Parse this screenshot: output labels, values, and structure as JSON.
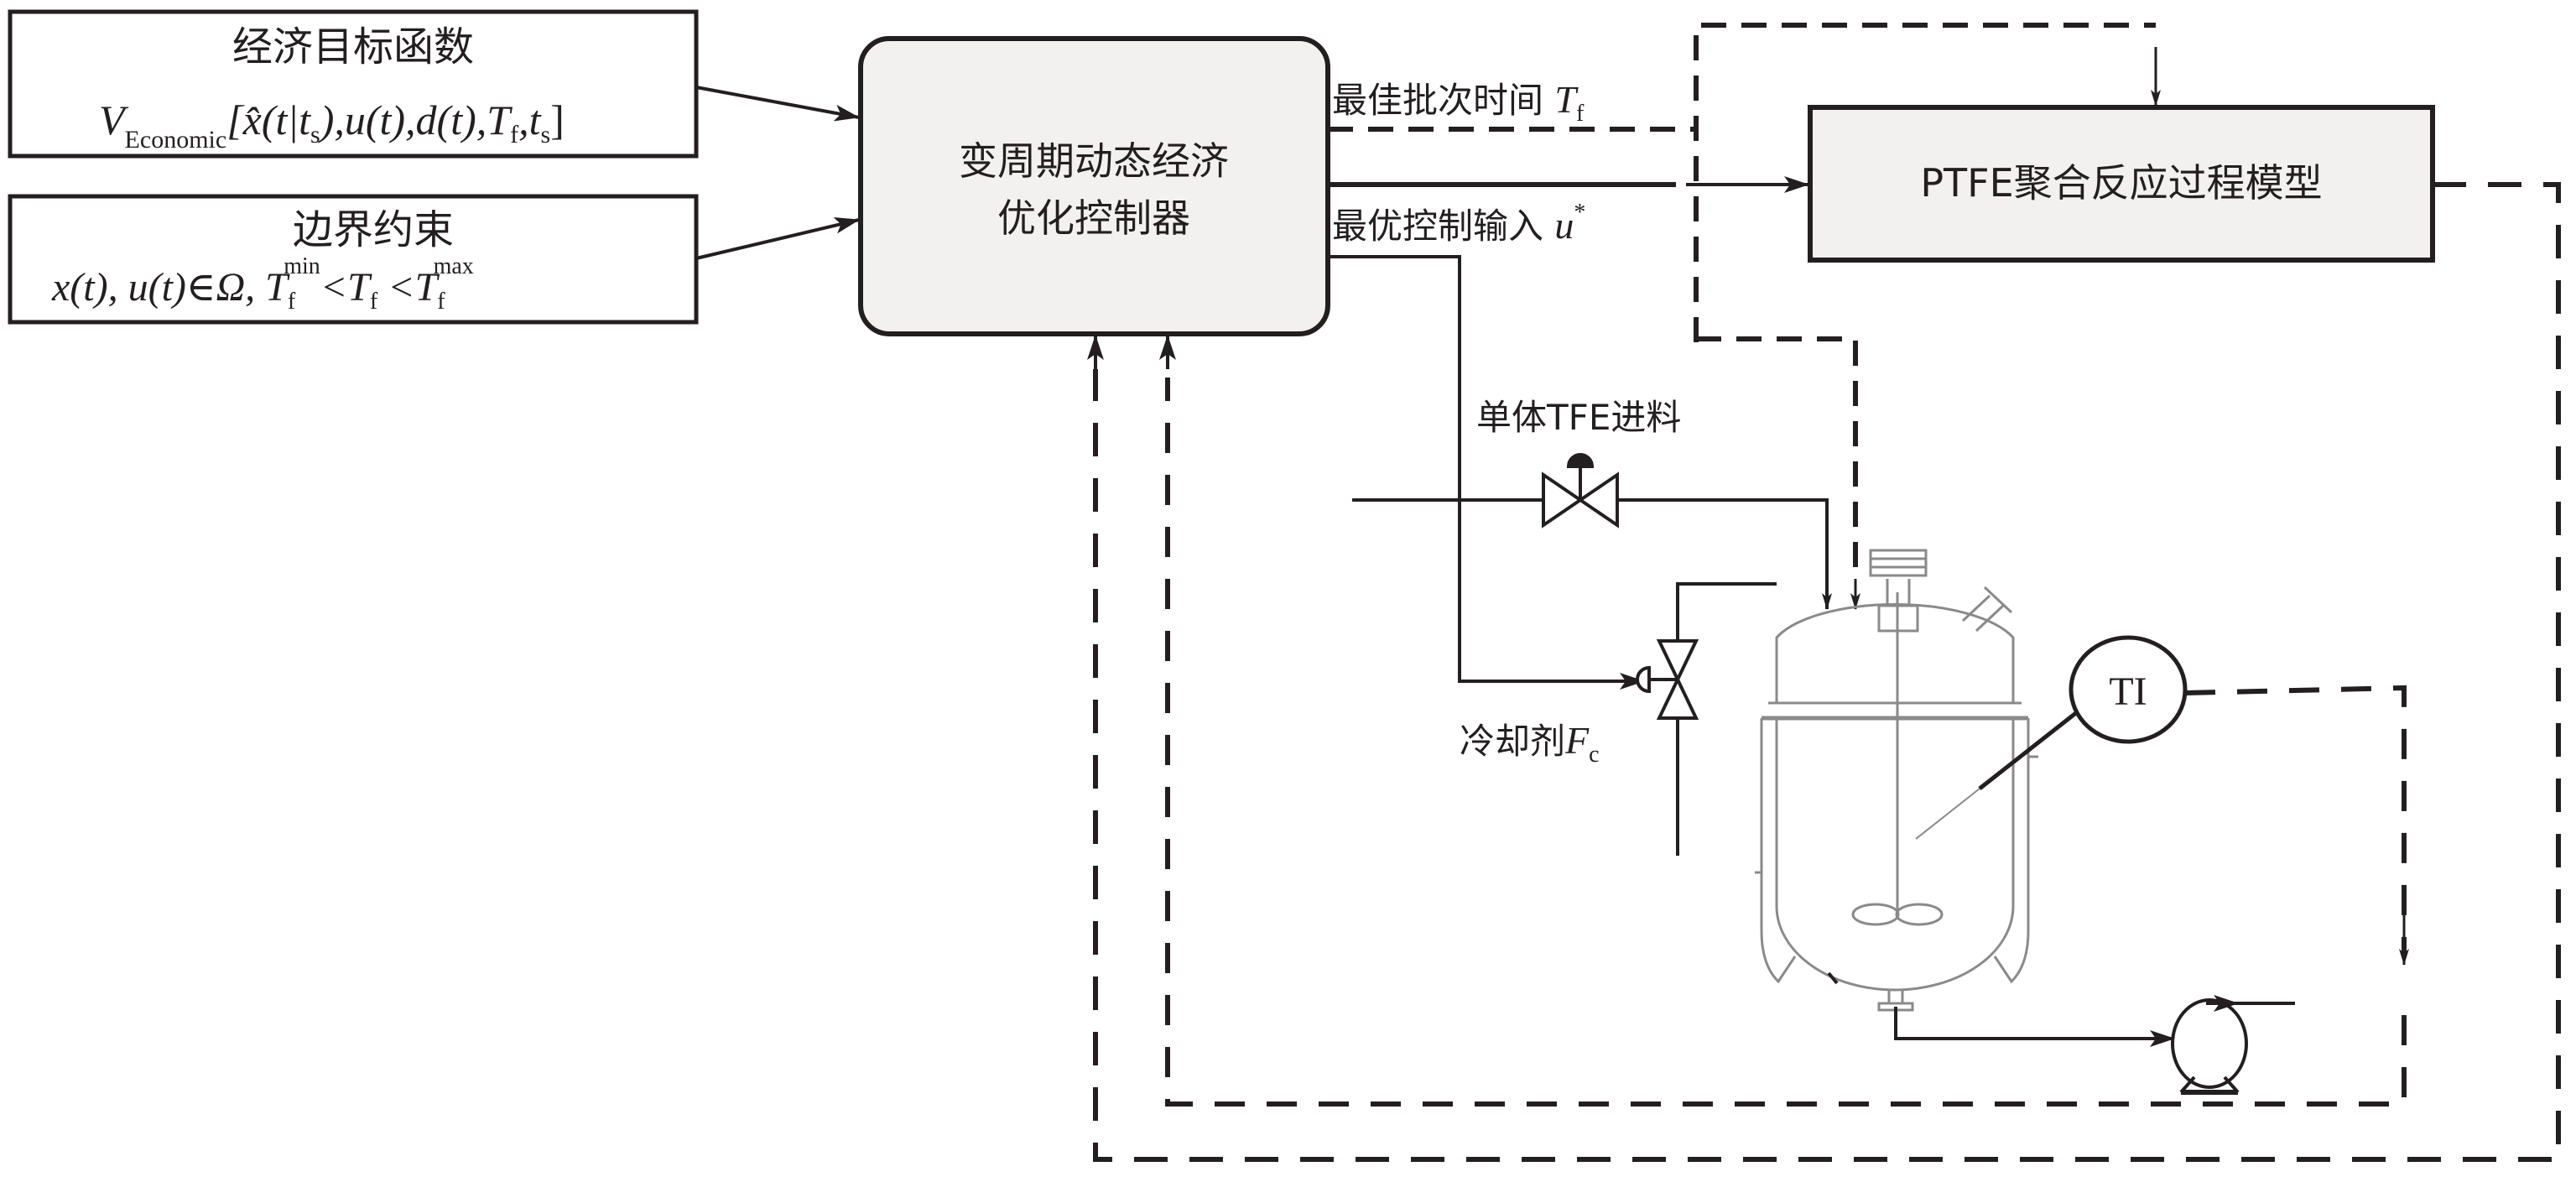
{
  "objective_box": {
    "title": "经济目标函数",
    "formula_v": "V",
    "formula_sub": "Economic",
    "formula_args": "[x̂(t|t",
    "formula_s1": "s",
    "formula_rest": "),u(t),d(t),T",
    "formula_f": "f",
    "formula_comma": ",t",
    "formula_s2": "s",
    "formula_close": "]"
  },
  "constraint_box": {
    "title": "边界约束",
    "part1": "x(t), u(t)∈Ω, T",
    "sub_f1": "f",
    "sup_min": "min",
    "lt1": "<T",
    "sub_f2": "f",
    "lt2": " <T",
    "sub_f3": "f",
    "sup_max": "max"
  },
  "controller": {
    "line1": "变周期动态经济",
    "line2": "优化控制器"
  },
  "process_model": {
    "label": "PTFE聚合反应过程模型"
  },
  "signals": {
    "batch_time": "最佳批次时间 ",
    "batch_time_sym": "T",
    "batch_time_sub": "f",
    "control_input": "最优控制输入 ",
    "control_input_sym": "u",
    "control_input_sup": "*"
  },
  "plant": {
    "feed_label": "单体TFE进料",
    "coolant_label": "冷却剂",
    "coolant_sym": "F",
    "coolant_sub": "c",
    "sensor_label": "TI"
  },
  "colors": {
    "line": "#231f20",
    "box_fill": "#f3f1ef",
    "vessel": "#8a8a8a"
  }
}
